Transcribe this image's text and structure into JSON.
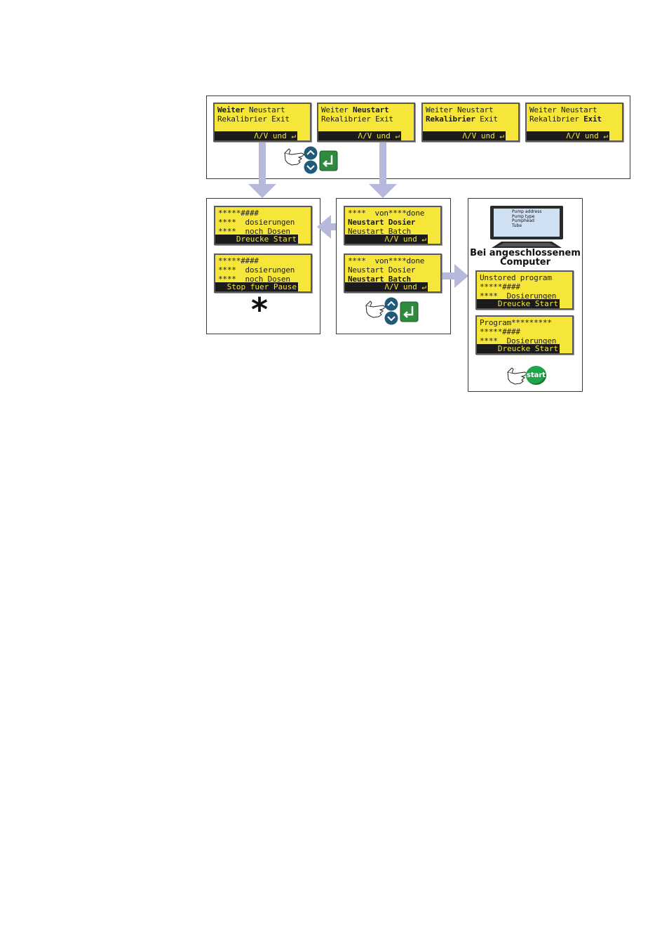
{
  "top_row": {
    "screens": [
      {
        "word1": "Weiter",
        "word2": "Neustart",
        "word3": "Rekalibrier",
        "word4": "Exit",
        "bold": 1,
        "bar": "Λ/V und ↵"
      },
      {
        "word1": "Weiter",
        "word2": "Neustart",
        "word3": "Rekalibrier",
        "word4": "Exit",
        "bold": 2,
        "bar": "Λ/V und ↵"
      },
      {
        "word1": "Weiter",
        "word2": "Neustart",
        "word3": "Rekalibrier",
        "word4": "Exit",
        "bold": 3,
        "bar": "Λ/V und ↵"
      },
      {
        "word1": "Weiter",
        "word2": "Neustart",
        "word3": "Rekalibrier",
        "word4": "Exit",
        "bold": 4,
        "bar": "Λ/V und ↵"
      }
    ]
  },
  "left_box": {
    "screen1": {
      "line1": "*****####",
      "line2": "****  dosierungen",
      "line3": "****  noch Dosen",
      "bar": "Dreucke Start"
    },
    "screen2": {
      "line1": "*****####",
      "line2": "****  dosierungen",
      "line3": "****  noch Dosen",
      "bar": "Stop fuer Pause"
    },
    "asterisk": "*"
  },
  "middle_box": {
    "screen1": {
      "line1": "****  von****done",
      "line2": "Neustart Dosier",
      "line3": "Neustart Batch",
      "bold_line": 2,
      "bar": "Λ/V und ↵"
    },
    "screen2": {
      "line1": "****  von****done",
      "line2": "Neustart Dosier",
      "line3": "Neustart Batch",
      "bold_line": 3,
      "bar": "Λ/V und ↵"
    }
  },
  "right_box": {
    "monitor_lines": [
      "Pump address",
      "Pump type",
      "Pumphead",
      "Tube"
    ],
    "heading_line1": "Bei angeschlossenem",
    "heading_line2": "Computer",
    "screen1": {
      "line1": "Unstored program",
      "line2": "*****####",
      "line3": "****  Dosierungen",
      "bar": "Dreucke Start"
    },
    "screen2": {
      "line1": "Program*********",
      "line2": "*****####",
      "line3": "****  Dosierungen",
      "bar": "Dreucke Start"
    },
    "start_label": "start"
  },
  "colors": {
    "lcd_yellow": "#f7e63a",
    "arrow": "#b7b9dc",
    "button_blue": "#1f5a7a",
    "enter_green": "#2e8b3e",
    "start_green": "#1fa64a"
  },
  "icons": [
    "up-arrow-icon",
    "down-arrow-icon",
    "enter-icon",
    "hand-pointer-icon",
    "computer-monitor-icon",
    "start-button-icon"
  ]
}
